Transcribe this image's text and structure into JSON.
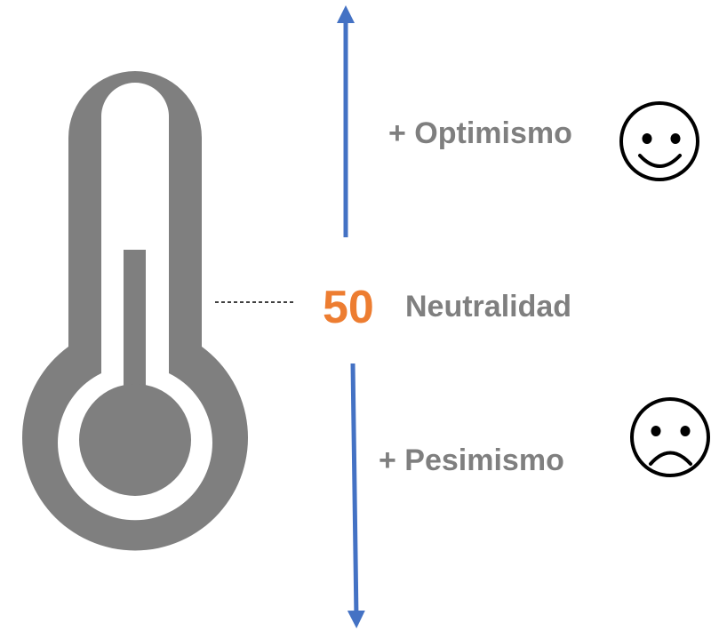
{
  "scale": {
    "value": "50",
    "neutral_label": "Neutralidad",
    "optimism_label": "+ Optimismo",
    "pessimism_label": "+ Pesimismo"
  },
  "icons": {
    "thermometer": "thermometer-icon",
    "happy": "smiley-happy-icon",
    "sad": "smiley-sad-icon"
  },
  "colors": {
    "thermometer": "#7f7f7f",
    "arrow": "#4472c4",
    "value": "#ed7d31",
    "text": "#7f7f7f",
    "face": "#000000",
    "leader": "#000000"
  }
}
